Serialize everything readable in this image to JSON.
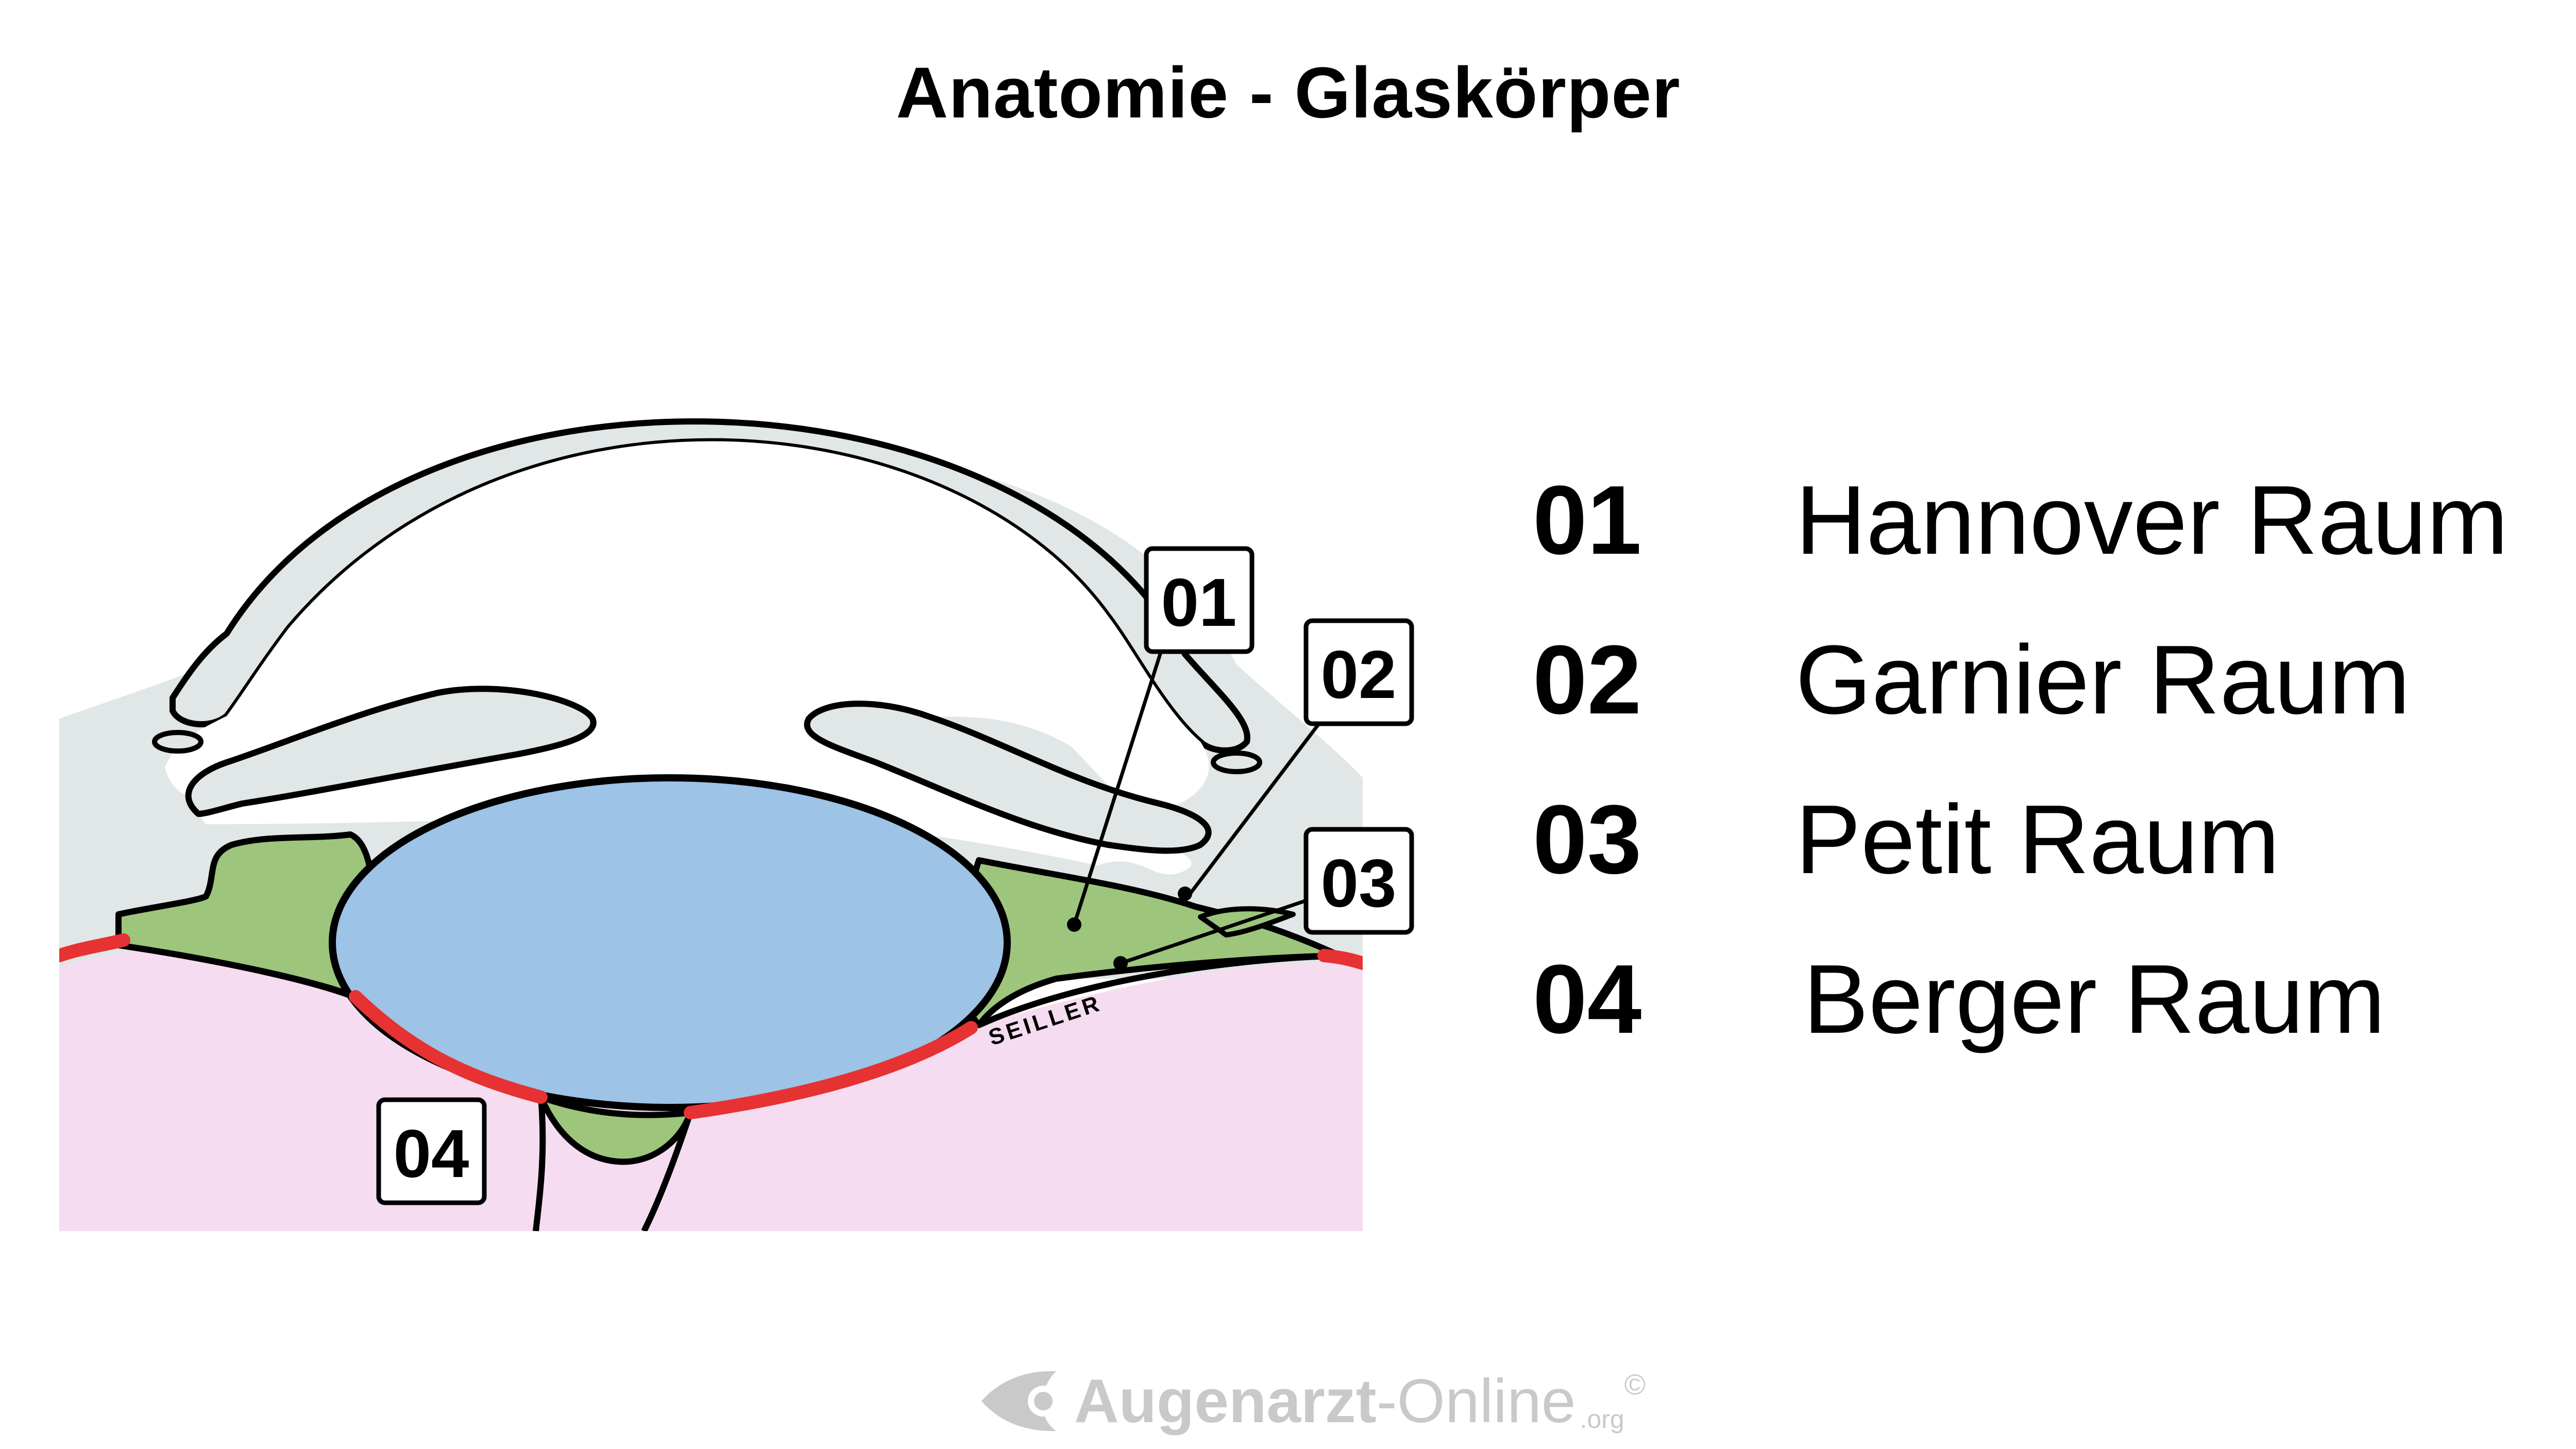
{
  "title": "Anatomie - Glaskörper",
  "callouts": [
    {
      "id": "01"
    },
    {
      "id": "02"
    },
    {
      "id": "03"
    },
    {
      "id": "04"
    }
  ],
  "legend": [
    {
      "number": "01",
      "label": "Hannover Raum"
    },
    {
      "number": "02",
      "label": "Garnier Raum"
    },
    {
      "number": "03",
      "label": "Petit Raum"
    },
    {
      "number": "04",
      "label": "Berger Raum"
    }
  ],
  "signature": "SEILLER",
  "watermark": {
    "brand": "Augenarzt",
    "brand_suffix": "-Online",
    "tld": ".org",
    "copyright": "©"
  },
  "colors": {
    "background_tissue": "#e1e6e6",
    "vitreous": "#f5dcf0",
    "lens": "#9dc3e6",
    "spaces": "#9dc57c",
    "attachments": "#e63232",
    "outline": "#000000",
    "watermark": "#c9c9c9"
  }
}
